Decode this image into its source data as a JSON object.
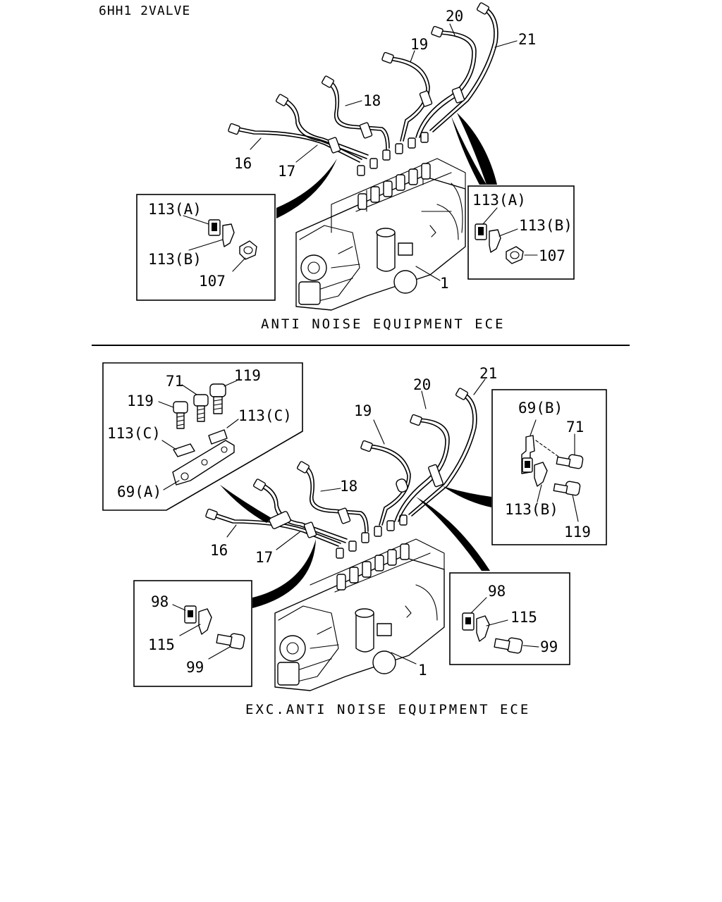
{
  "header": {
    "model": "6HH1 2VALVE"
  },
  "upper": {
    "caption": "ANTI NOISE EQUIPMENT ECE",
    "labels": {
      "p16": "16",
      "p17": "17",
      "p18": "18",
      "p19": "19",
      "p20": "20",
      "p21": "21",
      "p1": "1"
    },
    "inset_left": {
      "a": "113(A)",
      "b": "113(B)",
      "nut": "107"
    },
    "inset_right": {
      "a": "113(A)",
      "b": "113(B)",
      "nut": "107"
    }
  },
  "lower": {
    "caption": "EXC.ANTI NOISE EQUIPMENT ECE",
    "labels": {
      "p16": "16",
      "p17": "17",
      "p18": "18",
      "p19": "19",
      "p20": "20",
      "p21": "21",
      "p1": "1"
    },
    "inset_top_left": {
      "bolt71": "71",
      "bolt119_right": "119",
      "bolt119_left": "119",
      "clip_c_left": "113(C)",
      "clip_c_right": "113(C)",
      "bracket": "69(A)"
    },
    "inset_right": {
      "bracket": "69(B)",
      "bolt71": "71",
      "clip": "113(B)",
      "bolt119": "119"
    },
    "inset_bottom_left": {
      "pad": "98",
      "clip": "115",
      "bolt": "99"
    },
    "inset_bottom_right": {
      "pad": "98",
      "clip": "115",
      "bolt": "99"
    }
  }
}
